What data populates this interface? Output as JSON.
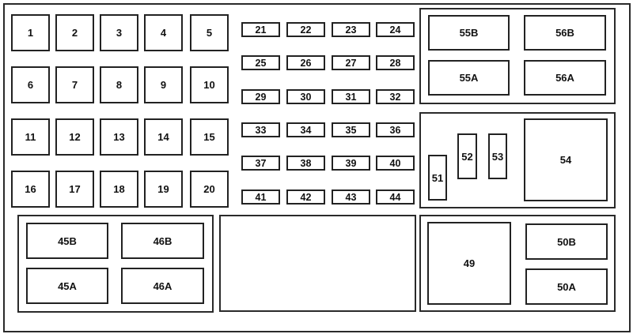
{
  "title": "Fuse box diagram",
  "relays_large": [
    "1",
    "2",
    "3",
    "4",
    "5",
    "6",
    "7",
    "8",
    "9",
    "10",
    "11",
    "12",
    "13",
    "14",
    "15",
    "16",
    "17",
    "18",
    "19",
    "20"
  ],
  "fuses_small": [
    "21",
    "22",
    "23",
    "24",
    "25",
    "26",
    "27",
    "28",
    "29",
    "30",
    "31",
    "32",
    "33",
    "34",
    "35",
    "36",
    "37",
    "38",
    "39",
    "40",
    "41",
    "42",
    "43",
    "44"
  ],
  "top_right": {
    "a": "55B",
    "b": "56B",
    "c": "55A",
    "d": "56A"
  },
  "middle_right": {
    "a": "51",
    "b": "52",
    "c": "53",
    "d": "54"
  },
  "bottom_right": {
    "a": "49",
    "b": "50B",
    "c": "50A"
  },
  "bottom_left": {
    "a": "45B",
    "b": "46B",
    "c": "45A",
    "d": "46A"
  }
}
